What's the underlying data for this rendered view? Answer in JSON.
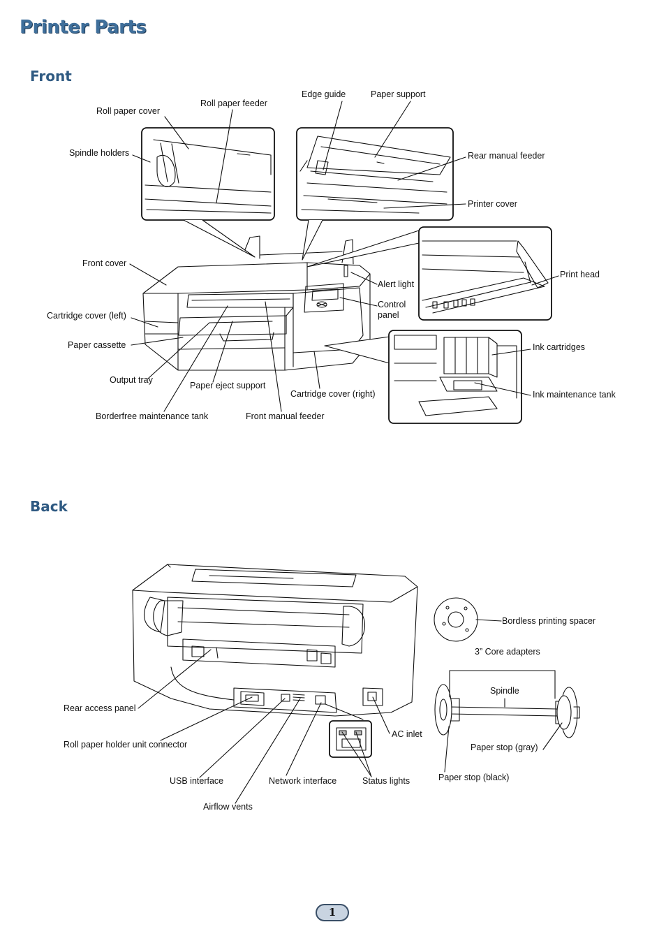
{
  "page": {
    "title": "Printer Parts",
    "number": "1"
  },
  "front": {
    "heading": "Front",
    "labels": {
      "roll_paper_cover": "Roll paper cover",
      "roll_paper_feeder": "Roll paper feeder",
      "edge_guide": "Edge guide",
      "paper_support": "Paper support",
      "spindle_holders": "Spindle holders",
      "rear_manual_feeder": "Rear manual feeder",
      "printer_cover": "Printer cover",
      "front_cover": "Front cover",
      "alert_light": "Alert light",
      "control_panel_line1": "Control",
      "control_panel_line2": "panel",
      "print_head": "Print head",
      "cartridge_cover_left": "Cartridge cover (left)",
      "paper_cassette": "Paper cassette",
      "ink_cartridges": "Ink cartridges",
      "output_tray": "Output tray",
      "paper_eject_support": "Paper eject support",
      "cartridge_cover_right": "Cartridge cover (right)",
      "ink_maintenance_tank": "Ink maintenance tank",
      "borderfree_maintenance_tank": "Borderfree maintenance tank",
      "front_manual_feeder": "Front manual feeder"
    }
  },
  "back": {
    "heading": "Back",
    "labels": {
      "bordless_printing_spacer": "Bordless printing spacer",
      "core_adapters": "3” Core adapters",
      "spindle": "Spindle",
      "rear_access_panel": "Rear access panel",
      "roll_paper_holder_unit_connector": "Roll paper holder unit connector",
      "ac_inlet": "AC inlet",
      "paper_stop_gray": "Paper stop (gray)",
      "usb_interface": "USB interface",
      "network_interface": "Network interface",
      "status_lights": "Status lights",
      "paper_stop_black": "Paper stop (black)",
      "airflow_vents": "Airflow vents"
    }
  }
}
